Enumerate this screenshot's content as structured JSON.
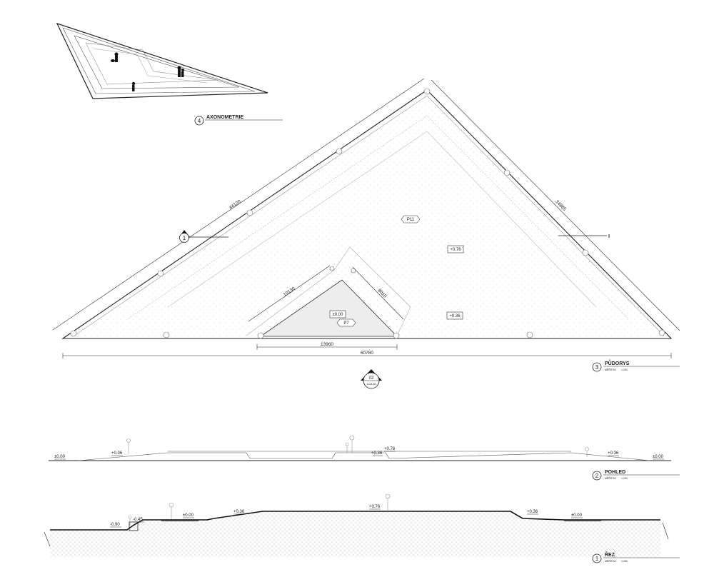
{
  "views": {
    "axonometry": {
      "number": "4",
      "title": "AXONOMETRIE"
    },
    "plan": {
      "number": "3",
      "title": "PŮDORYS",
      "scale_label": "MĚŘÍTKO",
      "scale_value": "1:200"
    },
    "elevation": {
      "number": "2",
      "title": "POHLED",
      "scale_label": "MĚŘÍTKO",
      "scale_value": "1:200"
    },
    "section": {
      "number": "1",
      "title": "ŘEZ",
      "scale_label": "MĚŘÍTKO",
      "scale_value": "1:200"
    }
  },
  "plan": {
    "dimensions": {
      "left_side": "44120",
      "right_side": "34885",
      "bottom_total": "60780",
      "inner_base": "13960",
      "inner_left": "10130",
      "inner_right": "8010"
    },
    "labels": {
      "main_material": "P11",
      "center_material": "P7",
      "level_center": "±0.00",
      "level_upper": "+0.76",
      "level_lower": "+0.36"
    },
    "section_marker": {
      "number": "1",
      "cut_label": "I"
    },
    "reference_marker": {
      "number": "02",
      "sheet": "A-03-30"
    }
  },
  "elevation_levels": [
    "±0.00",
    "+0.36",
    "+0.36",
    "+0.76",
    "+0.36",
    "±0.00"
  ],
  "section_levels": [
    "-0.90",
    "-0.45",
    "±0.00",
    "+0.36",
    "+0.76",
    "+0.36",
    "±0.00"
  ]
}
